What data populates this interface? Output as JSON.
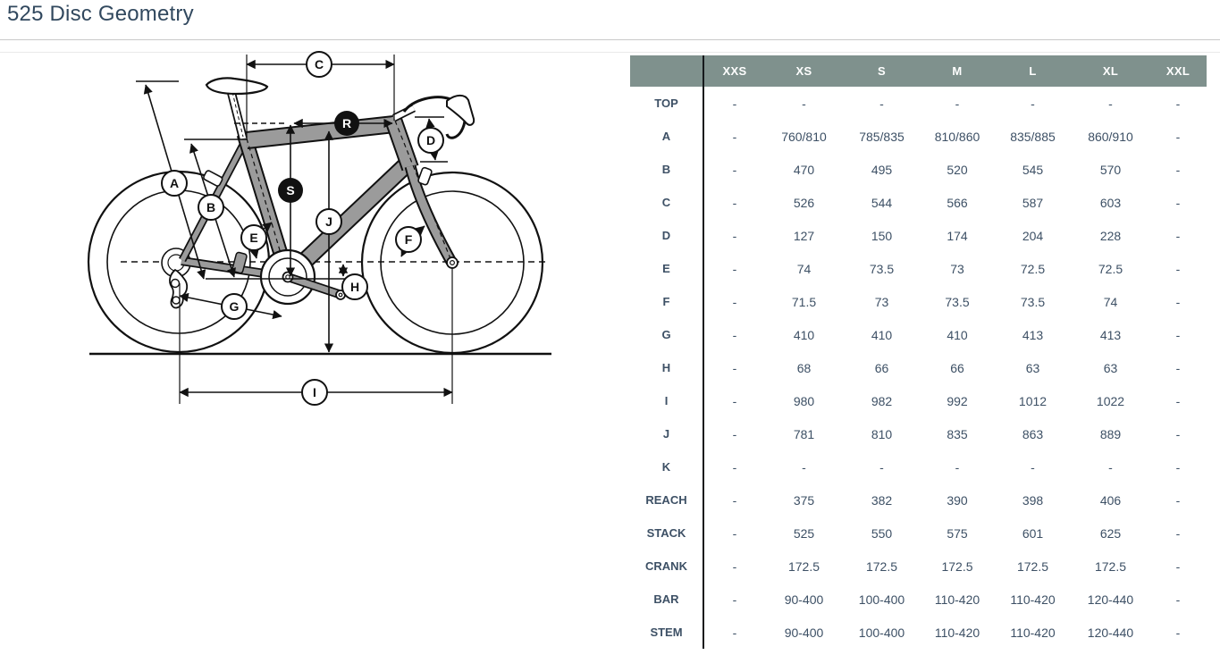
{
  "page": {
    "title": "525 Disc Geometry"
  },
  "colors": {
    "header_bg": "#7F918D",
    "header_text": "#FFFFFF",
    "body_text": "#3D5065",
    "title_text": "#31485E",
    "frame_fill": "#9B9B9B",
    "line_black": "#111111"
  },
  "diagram": {
    "labels": {
      "A": "A",
      "B": "B",
      "C": "C",
      "D": "D",
      "E": "E",
      "F": "F",
      "G": "G",
      "H": "H",
      "I": "I",
      "J": "J",
      "R": "R",
      "S": "S"
    }
  },
  "table": {
    "columns": [
      "XXS",
      "XS",
      "S",
      "M",
      "L",
      "XL",
      "XXL"
    ],
    "rows": [
      {
        "label": "TOP",
        "values": [
          "-",
          "-",
          "-",
          "-",
          "-",
          "-",
          "-"
        ]
      },
      {
        "label": "A",
        "values": [
          "-",
          "760/810",
          "785/835",
          "810/860",
          "835/885",
          "860/910",
          "-"
        ]
      },
      {
        "label": "B",
        "values": [
          "-",
          "470",
          "495",
          "520",
          "545",
          "570",
          "-"
        ]
      },
      {
        "label": "C",
        "values": [
          "-",
          "526",
          "544",
          "566",
          "587",
          "603",
          "-"
        ]
      },
      {
        "label": "D",
        "values": [
          "-",
          "127",
          "150",
          "174",
          "204",
          "228",
          "-"
        ]
      },
      {
        "label": "E",
        "values": [
          "-",
          "74",
          "73.5",
          "73",
          "72.5",
          "72.5",
          "-"
        ]
      },
      {
        "label": "F",
        "values": [
          "-",
          "71.5",
          "73",
          "73.5",
          "73.5",
          "74",
          "-"
        ]
      },
      {
        "label": "G",
        "values": [
          "-",
          "410",
          "410",
          "410",
          "413",
          "413",
          "-"
        ]
      },
      {
        "label": "H",
        "values": [
          "-",
          "68",
          "66",
          "66",
          "63",
          "63",
          "-"
        ]
      },
      {
        "label": "I",
        "values": [
          "-",
          "980",
          "982",
          "992",
          "1012",
          "1022",
          "-"
        ]
      },
      {
        "label": "J",
        "values": [
          "-",
          "781",
          "810",
          "835",
          "863",
          "889",
          "-"
        ]
      },
      {
        "label": "K",
        "values": [
          "-",
          "-",
          "-",
          "-",
          "-",
          "-",
          "-"
        ]
      },
      {
        "label": "REACH",
        "values": [
          "-",
          "375",
          "382",
          "390",
          "398",
          "406",
          "-"
        ]
      },
      {
        "label": "STACK",
        "values": [
          "-",
          "525",
          "550",
          "575",
          "601",
          "625",
          "-"
        ]
      },
      {
        "label": "CRANK",
        "values": [
          "-",
          "172.5",
          "172.5",
          "172.5",
          "172.5",
          "172.5",
          "-"
        ]
      },
      {
        "label": "BAR",
        "values": [
          "-",
          "90-400",
          "100-400",
          "110-420",
          "110-420",
          "120-440",
          "-"
        ]
      },
      {
        "label": "STEM",
        "values": [
          "-",
          "90-400",
          "100-400",
          "110-420",
          "110-420",
          "120-440",
          "-"
        ]
      }
    ]
  }
}
